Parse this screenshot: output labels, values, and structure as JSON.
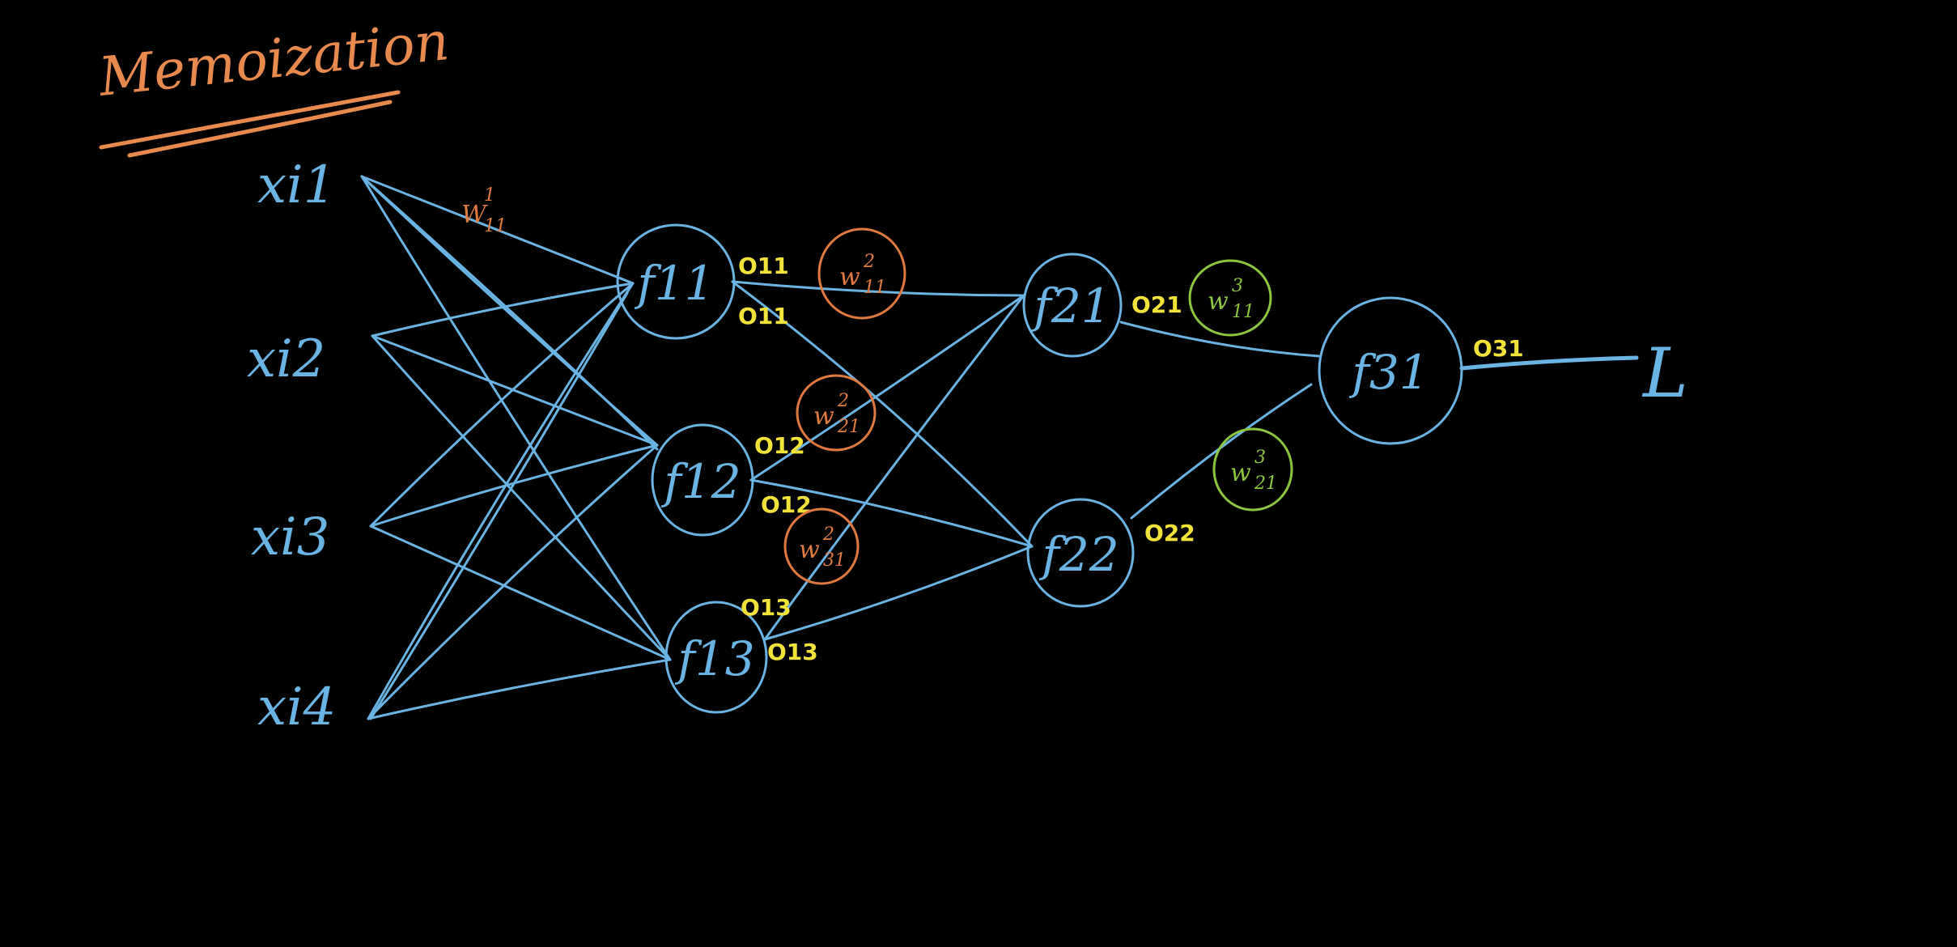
{
  "title": "Memoization",
  "colors": {
    "background": "#000000",
    "network": "#69B4E2",
    "title": "#E88A4E",
    "output_labels": "#F2E23A",
    "weight_orange": "#E07A3E",
    "weight_green": "#8CC63F"
  },
  "inputs": [
    {
      "id": "x1",
      "label": "xi1"
    },
    {
      "id": "x2",
      "label": "xi2"
    },
    {
      "id": "x3",
      "label": "xi3"
    },
    {
      "id": "x4",
      "label": "xi4"
    }
  ],
  "layer1": [
    {
      "id": "f11",
      "label": "f11"
    },
    {
      "id": "f12",
      "label": "f12"
    },
    {
      "id": "f13",
      "label": "f13"
    }
  ],
  "layer2": [
    {
      "id": "f21",
      "label": "f21"
    },
    {
      "id": "f22",
      "label": "f22"
    }
  ],
  "layer3": [
    {
      "id": "f31",
      "label": "f31"
    }
  ],
  "loss": {
    "label": "L"
  },
  "first_weight": {
    "base": "W",
    "sup": "1",
    "sub": "11"
  },
  "output_labels": {
    "o11_a": "O11",
    "o11_b": "O11",
    "o12_a": "O12",
    "o12_b": "O12",
    "o13_a": "O13",
    "o13_b": "O13",
    "o21": "O21",
    "o22": "O22",
    "o31": "O31"
  },
  "weights": [
    {
      "id": "w2_11",
      "base": "w",
      "sup": "2",
      "sub": "11",
      "color": "orange"
    },
    {
      "id": "w2_21",
      "base": "w",
      "sup": "2",
      "sub": "21",
      "color": "orange"
    },
    {
      "id": "w2_31",
      "base": "w",
      "sup": "2",
      "sub": "31",
      "color": "orange"
    },
    {
      "id": "w3_11",
      "base": "w",
      "sup": "3",
      "sub": "11",
      "color": "green"
    },
    {
      "id": "w3_21",
      "base": "w",
      "sup": "3",
      "sub": "21",
      "color": "green"
    }
  ]
}
